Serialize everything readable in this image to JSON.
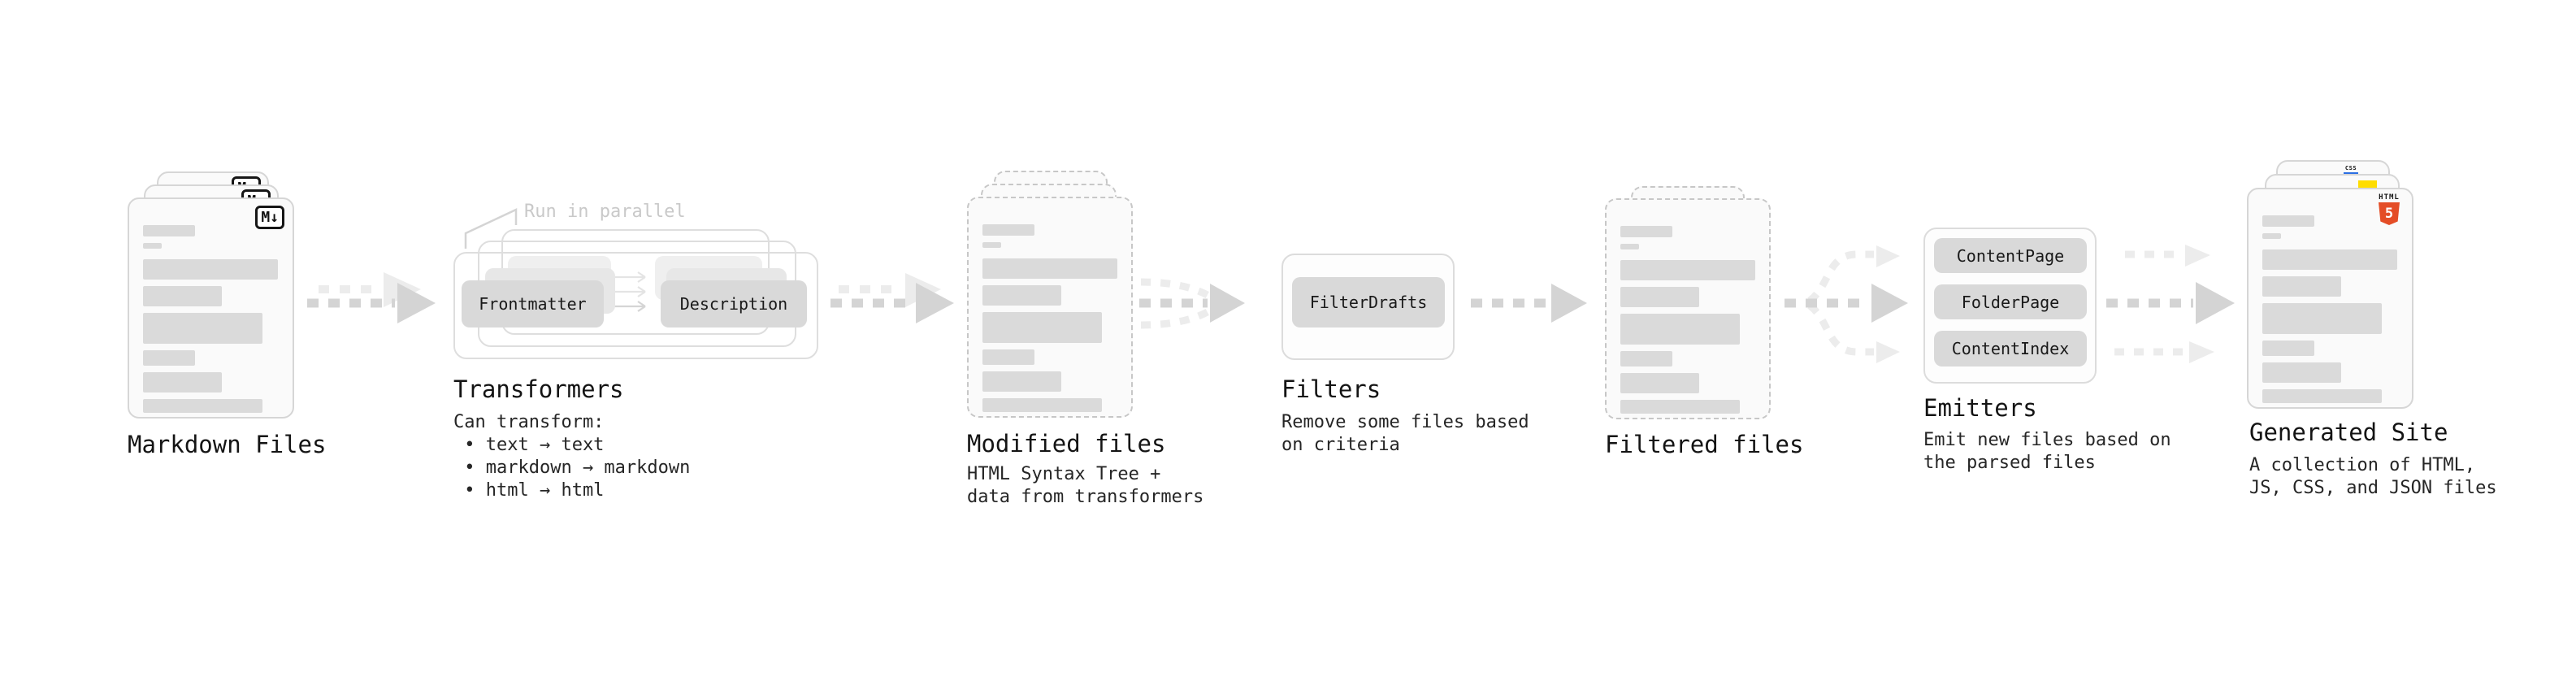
{
  "stages": {
    "markdown_files": {
      "label": "Markdown Files"
    },
    "transformers": {
      "label": "Transformers",
      "callout": "Run in parallel",
      "buttons": {
        "frontmatter": "Frontmatter",
        "description": "Description"
      },
      "desc_lines": [
        "Can transform:",
        " • text → text",
        " • markdown → markdown",
        " • html → html"
      ]
    },
    "modified_files": {
      "label": "Modified files",
      "desc_lines": [
        "HTML Syntax Tree +",
        "data from transformers"
      ]
    },
    "filters": {
      "label": "Filters",
      "buttons": {
        "filter_drafts": "FilterDrafts"
      },
      "desc_lines": [
        "Remove some files based",
        "on criteria"
      ]
    },
    "filtered_files": {
      "label": "Filtered files"
    },
    "emitters": {
      "label": "Emitters",
      "buttons": {
        "content_page": "ContentPage",
        "folder_page": "FolderPage",
        "content_index": "ContentIndex"
      },
      "desc_lines": [
        "Emit new files based on",
        "the parsed files"
      ]
    },
    "generated_site": {
      "label": "Generated Site",
      "desc_lines": [
        "A collection of HTML,",
        "JS, CSS, and JSON files"
      ]
    }
  },
  "badges": {
    "markdown": "M↓",
    "html5_label": "HTML",
    "html5_number": "5",
    "css": "CSS"
  },
  "colors": {
    "html5_orange": "#e44d26",
    "js_yellow": "#ffdd00",
    "css_blue": "#2b6fe3",
    "arrow_gray": "#d4d4d4",
    "arrow_light_gray": "#ececec",
    "chip_gray": "#d9d9d9",
    "placeholder_bar_gray": "#dadada"
  }
}
